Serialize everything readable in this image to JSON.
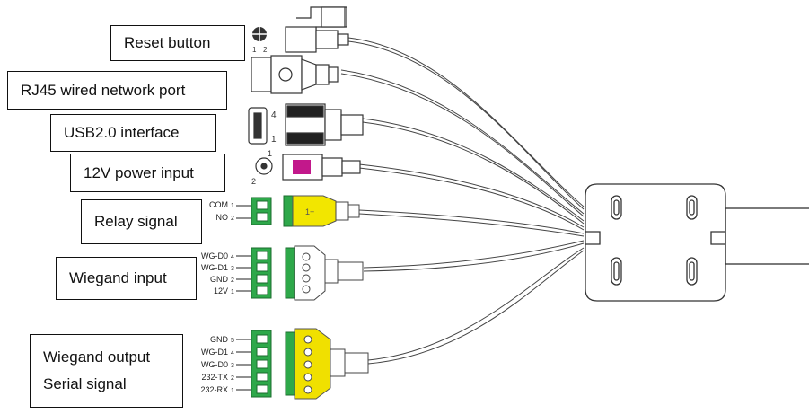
{
  "labels": {
    "reset": "Reset button",
    "rj45": "RJ45 wired network port",
    "usb": "USB2.0 interface",
    "power": "12V power input",
    "relay": "Relay signal",
    "wiegand_in": "Wiegand input",
    "wiegand_out": "Wiegand output",
    "serial": "Serial signal"
  },
  "reset_pins": {
    "p1": "1",
    "p2": "2"
  },
  "usb_pins": {
    "top": "4",
    "bottom": "1"
  },
  "power_pins": {
    "top": "1",
    "bottom": "2"
  },
  "relay_pins": [
    {
      "name": "COM",
      "num": "1"
    },
    {
      "name": "NO",
      "num": "2"
    }
  ],
  "wiegand_in_pins": [
    {
      "name": "WG-D0",
      "num": "4"
    },
    {
      "name": "WG-D1",
      "num": "3"
    },
    {
      "name": "GND",
      "num": "2"
    },
    {
      "name": "12V",
      "num": "1"
    }
  ],
  "wiegand_out_pins": [
    {
      "name": "GND",
      "num": "5"
    },
    {
      "name": "WG-D1",
      "num": "4"
    },
    {
      "name": "WG-D0",
      "num": "3"
    },
    {
      "name": "232-TX",
      "num": "2"
    },
    {
      "name": "232-RX",
      "num": "1"
    }
  ],
  "relay_plug_text": "1+",
  "colors": {
    "terminal_green": "#2ea84a",
    "relay_yellow": "#f2e600",
    "wiegand_out_yellow": "#f0e000",
    "power_magenta": "#c2188b",
    "line": "#444444"
  }
}
